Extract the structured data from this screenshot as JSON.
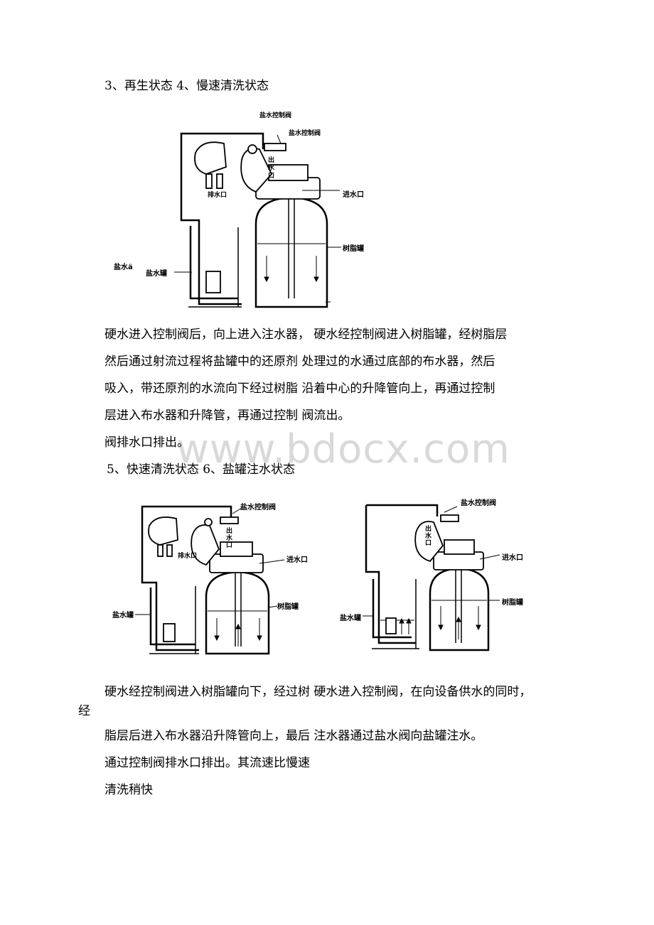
{
  "headings": {
    "section_a": "3、再生状态 4、慢速清洗状态",
    "section_b": "5、快速清洗状态 6、盐罐注水状态"
  },
  "diagram1": {
    "brine_control_valve_top": "盐水控制阀",
    "brine_control_valve": "盐水控制阀",
    "outlet": "出\n水\n口",
    "drain": "排水口",
    "inlet": "进水口",
    "resin_tank": "树脂罐",
    "brine_left": "盐水ä",
    "brine_tank": "盐水罐"
  },
  "paragraph1": {
    "lines": [
      "硬水进入控制阀后，向上进入注水器， 硬水经控制阀进入树脂罐，经树脂层",
      "然后通过射流过程将盐罐中的还原剂 处理过的水通过底部的布水器，然后",
      "吸入，带还原剂的水流向下经过树脂 沿着中心的升降管向上，再通过控制",
      "层进入布水器和升降管，再通过控制 阀流出。",
      "阀排水口排出。"
    ]
  },
  "watermark": "www.bdocx.com",
  "diagram2": {
    "brine_control_valve": "盐水控制阀",
    "outlet": "出\n水\n口",
    "drain": "排水口",
    "inlet": "进水口",
    "resin_tank": "树脂罐",
    "brine_tank": "盐水罐"
  },
  "diagram3": {
    "brine_control_valve": "盐水控制阀",
    "outlet": "出\n水\n口",
    "inlet": "进水口",
    "resin_tank": "树脂罐",
    "brine_tank": "盐水罐"
  },
  "paragraph2": {
    "lines": [
      "硬水经控制阀进入树脂罐向下，经过树 硬水进入控制阀，在向设备供水的同时，",
      "经",
      "脂层后进入布水器沿升降管向上，最后 注水器通过盐水阀向盐罐注水。",
      "通过控制阀排水口排出。其流速比慢速",
      "清洗稍快"
    ]
  }
}
